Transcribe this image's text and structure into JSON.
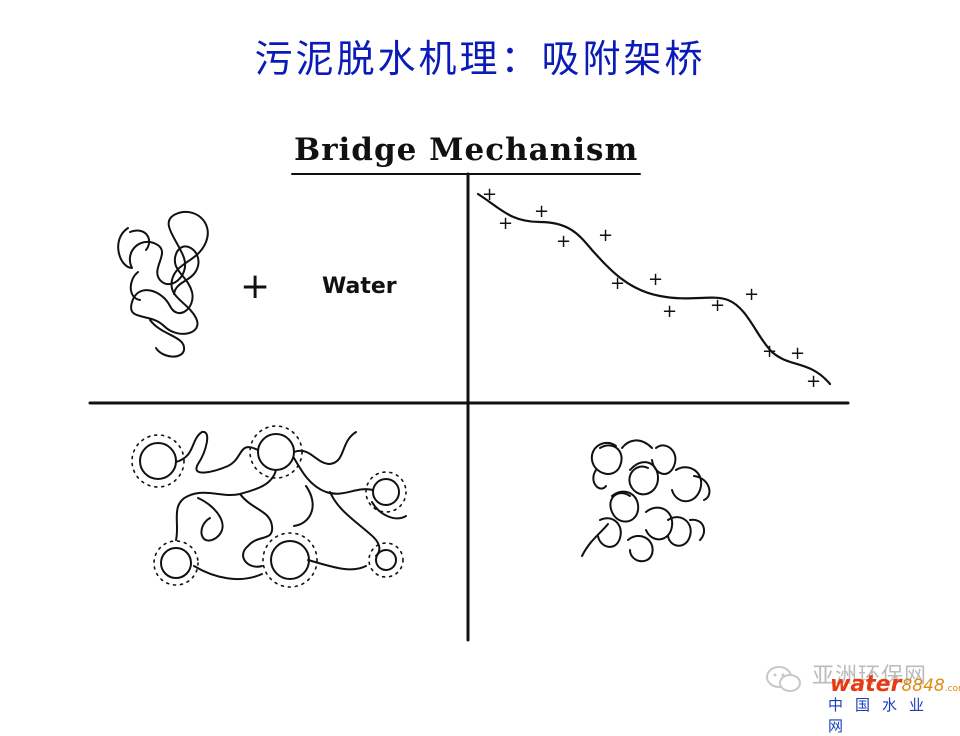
{
  "slide": {
    "title": "污泥脱水机理：吸附架桥"
  },
  "diagram": {
    "title": "Bridge Mechanism",
    "plus_sign": "+",
    "water_label": "Water"
  },
  "watermark": {
    "brand_line": "亚洲环保网",
    "brand_logo": "water",
    "brand_number": "8848",
    "brand_com": ".com",
    "brand_subtitle": "中国水业网",
    "icon": "wechat-icon"
  }
}
